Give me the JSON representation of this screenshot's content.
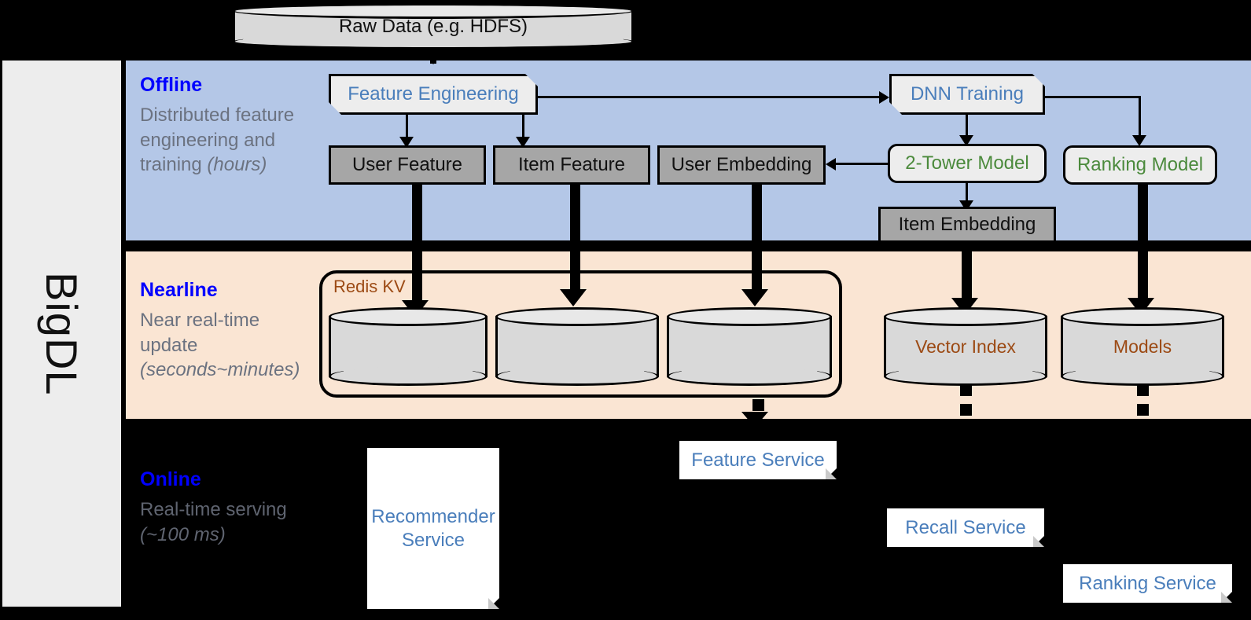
{
  "sidebar": {
    "label": "BigDL"
  },
  "top": {
    "raw_data": "Raw Data (e.g. HDFS)"
  },
  "bands": {
    "offline": {
      "title": "Offline",
      "subtitle_main": "Distributed feature engineering and training ",
      "subtitle_italic": "(hours)",
      "color": "#b4c7e7"
    },
    "nearline": {
      "title": "Nearline",
      "subtitle_main": "Near real-time update ",
      "subtitle_italic": "(seconds~minutes)",
      "color": "#fae5d3"
    },
    "online": {
      "title": "Online",
      "subtitle_main": "Real-time serving ",
      "subtitle_italic": "(~100 ms)",
      "color": "#000000"
    }
  },
  "offline_nodes": {
    "feature_engineering": "Feature Engineering",
    "dnn_training": "DNN Training",
    "user_feature": "User Feature",
    "item_feature": "Item Feature",
    "user_embedding": "User Embedding",
    "two_tower_model": "2-Tower Model",
    "ranking_model": "Ranking Model",
    "item_embedding": "Item Embedding"
  },
  "nearline_nodes": {
    "redis_kv": "Redis KV",
    "vector_index": "Vector Index",
    "models": "Models"
  },
  "online_nodes": {
    "recommender_service": "Recommender Service",
    "feature_service": "Feature Service",
    "recall_service": "Recall Service",
    "ranking_service": "Ranking Service"
  },
  "colors": {
    "blue_heading": "#0000ff",
    "blue_text": "#4a7ebb",
    "green_text": "#4b8a3c",
    "brown_text": "#9c4a14",
    "grey_box": "#a6a6a6",
    "light_box": "#ededed"
  }
}
